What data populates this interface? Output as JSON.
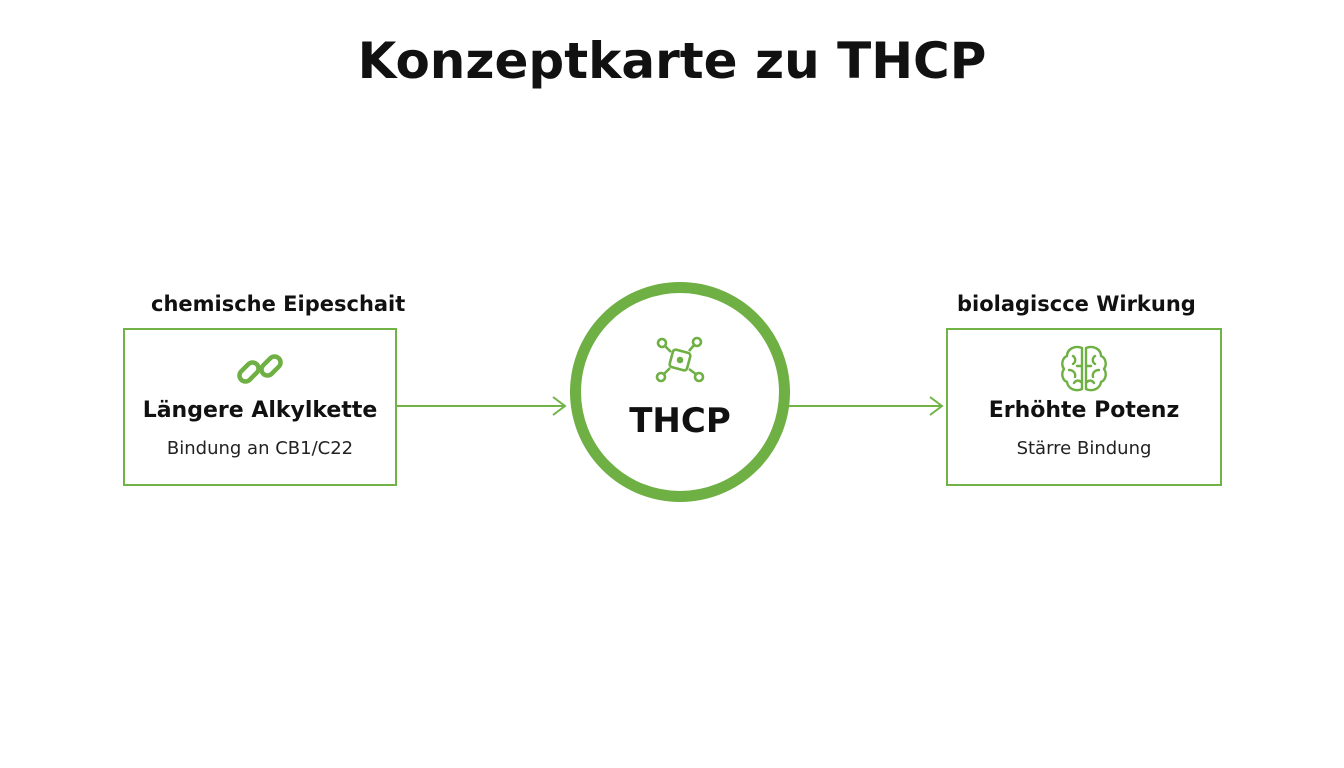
{
  "title": "Konzeptkarte zu THCP",
  "colors": {
    "accent": "#6eb043",
    "text": "#111111"
  },
  "left": {
    "caption": "chemische Eipeschait",
    "icon": "chain-link-icon",
    "heading": "Längere Alkylkette",
    "subtext": "Bindung an CB1/C22"
  },
  "center": {
    "icon": "molecule-icon",
    "label": "THCP"
  },
  "right": {
    "caption": "biolagiscce Wirkung",
    "icon": "brain-icon",
    "heading": "Erhöhte Potenz",
    "subtext": "Stärre Bindung"
  }
}
